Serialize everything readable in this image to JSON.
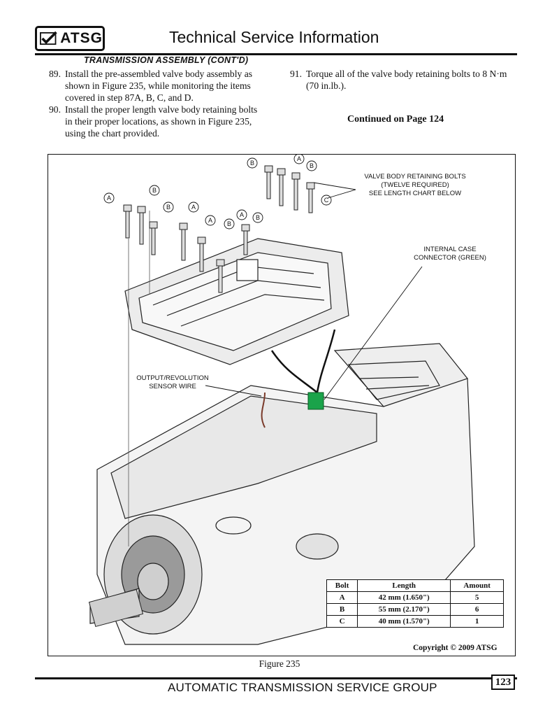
{
  "header": {
    "logo_text": "ATSG",
    "title": "Technical Service Information",
    "section_heading": "TRANSMISSION ASSEMBLY (CONT'D)"
  },
  "steps_left": [
    {
      "num": "89.",
      "text": "Install the pre-assembled valve body assembly as shown in Figure 235, while monitoring the items covered in step 87A, B, C, and D."
    },
    {
      "num": "90.",
      "text": "Install the proper length valve body retaining bolts in their proper locations, as shown in Figure 235, using the chart provided."
    }
  ],
  "steps_right": [
    {
      "num": "91.",
      "text": "Torque all of the valve body retaining bolts to 8 N·m  (70 in.lb.)."
    }
  ],
  "continued": "Continued on Page 124",
  "figure": {
    "callouts": {
      "retaining_bolts": [
        "VALVE BODY RETAINING BOLTS",
        "(TWELVE REQUIRED)",
        "SEE LENGTH CHART BELOW"
      ],
      "case_connector": [
        "INTERNAL CASE",
        "CONNECTOR (GREEN)"
      ],
      "sensor_wire": [
        "OUTPUT/REVOLUTION",
        "SENSOR WIRE"
      ]
    },
    "bolt_letters": [
      "A",
      "B",
      "B",
      "A",
      "A",
      "B",
      "A",
      "B",
      "B",
      "A",
      "B",
      "C"
    ],
    "connector_color": "#1aa34a",
    "copyright": "Copyright © 2009 ATSG",
    "caption": "Figure 235"
  },
  "bolt_table": {
    "headers": [
      "Bolt",
      "Length",
      "Amount"
    ],
    "rows": [
      [
        "A",
        "42 mm (1.650\")",
        "5"
      ],
      [
        "B",
        "55 mm (2.170\")",
        "6"
      ],
      [
        "C",
        "40 mm (1.570\")",
        "1"
      ]
    ]
  },
  "footer": {
    "text": "AUTOMATIC TRANSMISSION SERVICE GROUP",
    "page_number": "123"
  }
}
